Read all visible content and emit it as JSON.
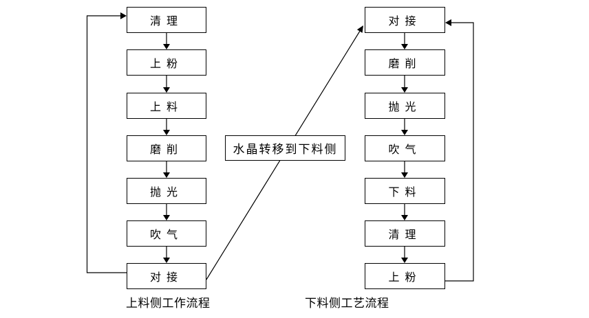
{
  "diagram": {
    "title": "crystal-grinding-process-flowchart",
    "colors": {
      "background": "#ffffff",
      "line": "#000000",
      "box_fill": "#ffffff",
      "box_border": "#000000",
      "text": "#000000"
    },
    "left_flow": {
      "caption": "上料侧工作流程",
      "nodes": [
        "清理",
        "上粉",
        "上料",
        "磨削",
        "抛光",
        "吹气",
        "对接"
      ]
    },
    "right_flow": {
      "caption": "下料侧工艺流程",
      "nodes": [
        "对接",
        "磨削",
        "抛光",
        "吹气",
        "下料",
        "清理",
        "上粉"
      ]
    },
    "transfer_label": "水晶转移到下料侧"
  }
}
